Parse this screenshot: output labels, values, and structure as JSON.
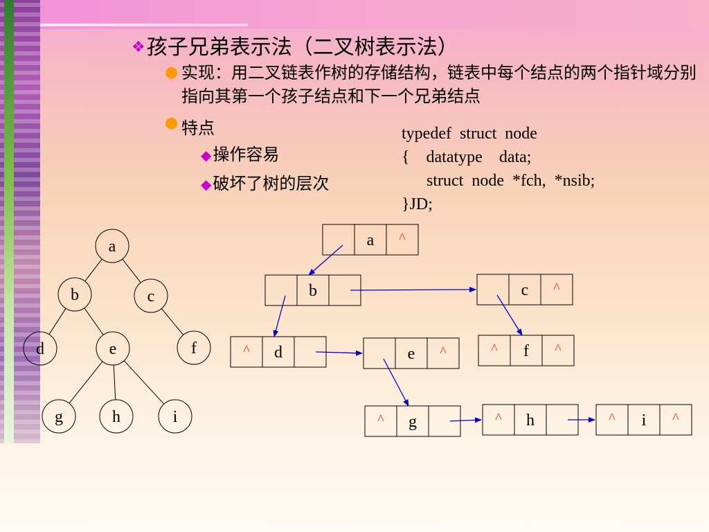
{
  "title": {
    "bullet": "❖",
    "text": "孩子兄弟表示法（二叉树表示法）"
  },
  "bullet1": {
    "text": "实现：用二叉链表作树的存储结构，链表中每个结点的两个指针域分别指向其第一个孩子结点和下一个兄弟结点"
  },
  "bullet2": {
    "text": "特点"
  },
  "features": [
    {
      "bullet": "◆",
      "text": "操作容易"
    },
    {
      "bullet": "◆",
      "text": "破坏了树的层次"
    }
  ],
  "code_lines": [
    "typedef  struct  node",
    "{    datatype    data;",
    "      struct  node  *fch,  *nsib;",
    "}JD;"
  ],
  "tree": {
    "nodes": [
      "a",
      "b",
      "c",
      "d",
      "e",
      "f",
      "g",
      "h",
      "i"
    ],
    "edges": [
      [
        "a",
        "b"
      ],
      [
        "a",
        "c"
      ],
      [
        "b",
        "d"
      ],
      [
        "b",
        "e"
      ],
      [
        "c",
        "f"
      ],
      [
        "e",
        "g"
      ],
      [
        "e",
        "h"
      ],
      [
        "e",
        "i"
      ]
    ]
  },
  "null_symbol": "^",
  "linked_nodes": [
    {
      "id": "a",
      "fch": "",
      "nsib": "^"
    },
    {
      "id": "b",
      "fch": "",
      "nsib": ""
    },
    {
      "id": "c",
      "fch": "",
      "nsib": "^"
    },
    {
      "id": "d",
      "fch": "^",
      "nsib": ""
    },
    {
      "id": "e",
      "fch": "",
      "nsib": "^"
    },
    {
      "id": "f",
      "fch": "^",
      "nsib": "^"
    },
    {
      "id": "g",
      "fch": "^",
      "nsib": ""
    },
    {
      "id": "h",
      "fch": "^",
      "nsib": ""
    },
    {
      "id": "i",
      "fch": "^",
      "nsib": "^"
    }
  ],
  "colors": {
    "arrow": "#0000cc",
    "null_mark": "#ff3300",
    "bullet_orange": "#ff9900",
    "bullet_magenta": "#cc00cc"
  }
}
